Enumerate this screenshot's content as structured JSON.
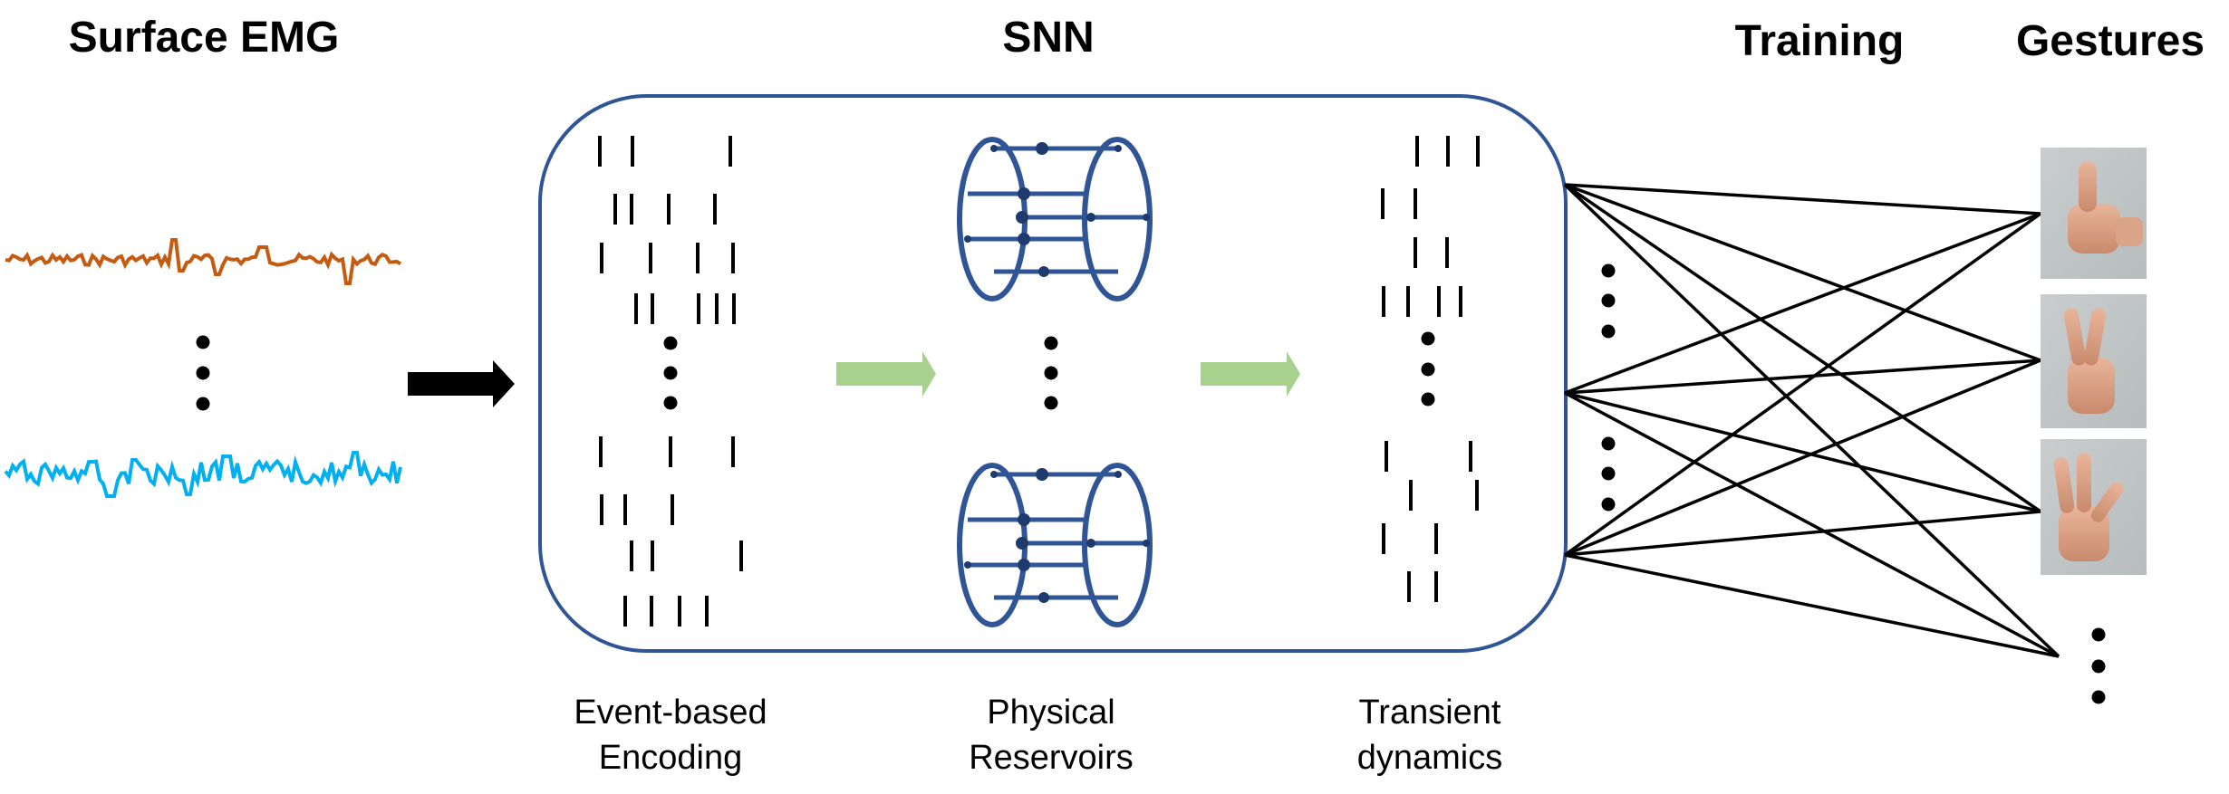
{
  "headings": {
    "surface_emg": "Surface EMG",
    "snn": "SNN",
    "training": "Training",
    "gestures": "Gestures"
  },
  "captions": {
    "encoding_line1": "Event-based",
    "encoding_line2": "Encoding",
    "reservoirs_line1": "Physical",
    "reservoirs_line2": "Reservoirs",
    "dynamics_line1": "Transient",
    "dynamics_line2": "dynamics"
  },
  "colors": {
    "emg_top": "#C55A11",
    "emg_bottom": "#00B0F0",
    "snn_border": "#2F5597",
    "reservoir": "#2F5597",
    "green_arrow": "#A9D18E",
    "ink": "#000000"
  },
  "gesture_images": [
    "thumbs-up-hand-photo",
    "two-finger-hand-photo",
    "three-finger-hand-photo"
  ]
}
